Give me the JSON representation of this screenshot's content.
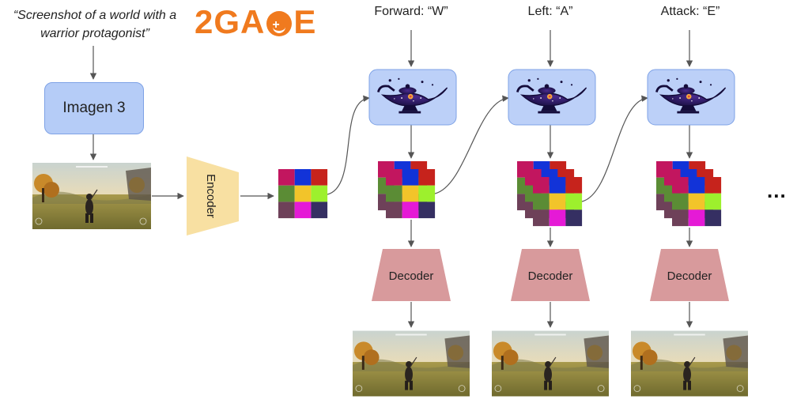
{
  "prompt_text": "“Screenshot of a world with a warrior protagonist”",
  "logo_text": "2GAME",
  "imagen_label": "Imagen 3",
  "encoder_label": "Encoder",
  "decoder_label": "Decoder",
  "actions": [
    {
      "label": "Forward: “W”"
    },
    {
      "label": "Left: “A”"
    },
    {
      "label": "Attack: “E”"
    }
  ],
  "ellipsis": "...",
  "colors": {
    "imagen_box": "#b5ccf7",
    "model_box": "#bcd0f8",
    "encoder": "#f8e0a2",
    "decoder": "#d89a9c",
    "logo": "#f07a1e",
    "grid_palette": [
      "#c2165f",
      "#1233d8",
      "#c6231c",
      "#5b8c35",
      "#f2c42a",
      "#9df02d",
      "#6e4159",
      "#e51ad6",
      "#352f62"
    ]
  },
  "icons": [
    "genie-lamp-icon"
  ]
}
